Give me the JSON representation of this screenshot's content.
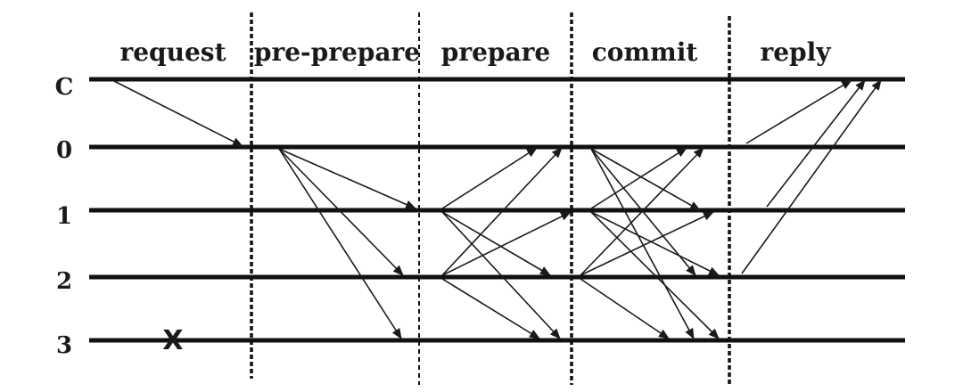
{
  "phases": [
    "request",
    "pre-prepare",
    "prepare",
    "commit",
    "reply"
  ],
  "nodes": [
    "C",
    "0",
    "1",
    "2",
    "3"
  ],
  "faulty_marker": "X",
  "faulty_node": "3",
  "messages": [
    {
      "phase": "request",
      "from": "C",
      "to": "0"
    },
    {
      "phase": "pre-prepare",
      "from": "0",
      "to": "1"
    },
    {
      "phase": "pre-prepare",
      "from": "0",
      "to": "2"
    },
    {
      "phase": "pre-prepare",
      "from": "0",
      "to": "3"
    },
    {
      "phase": "prepare",
      "from": "1",
      "to": "0"
    },
    {
      "phase": "prepare",
      "from": "1",
      "to": "2"
    },
    {
      "phase": "prepare",
      "from": "1",
      "to": "3"
    },
    {
      "phase": "prepare",
      "from": "2",
      "to": "0"
    },
    {
      "phase": "prepare",
      "from": "2",
      "to": "1"
    },
    {
      "phase": "prepare",
      "from": "2",
      "to": "3"
    },
    {
      "phase": "commit",
      "from": "0",
      "to": "1"
    },
    {
      "phase": "commit",
      "from": "0",
      "to": "2"
    },
    {
      "phase": "commit",
      "from": "0",
      "to": "3"
    },
    {
      "phase": "commit",
      "from": "1",
      "to": "0"
    },
    {
      "phase": "commit",
      "from": "1",
      "to": "2"
    },
    {
      "phase": "commit",
      "from": "1",
      "to": "3"
    },
    {
      "phase": "commit",
      "from": "2",
      "to": "0"
    },
    {
      "phase": "commit",
      "from": "2",
      "to": "1"
    },
    {
      "phase": "commit",
      "from": "2",
      "to": "3"
    },
    {
      "phase": "reply",
      "from": "0",
      "to": "C"
    },
    {
      "phase": "reply",
      "from": "1",
      "to": "C"
    },
    {
      "phase": "reply",
      "from": "2",
      "to": "C"
    }
  ]
}
